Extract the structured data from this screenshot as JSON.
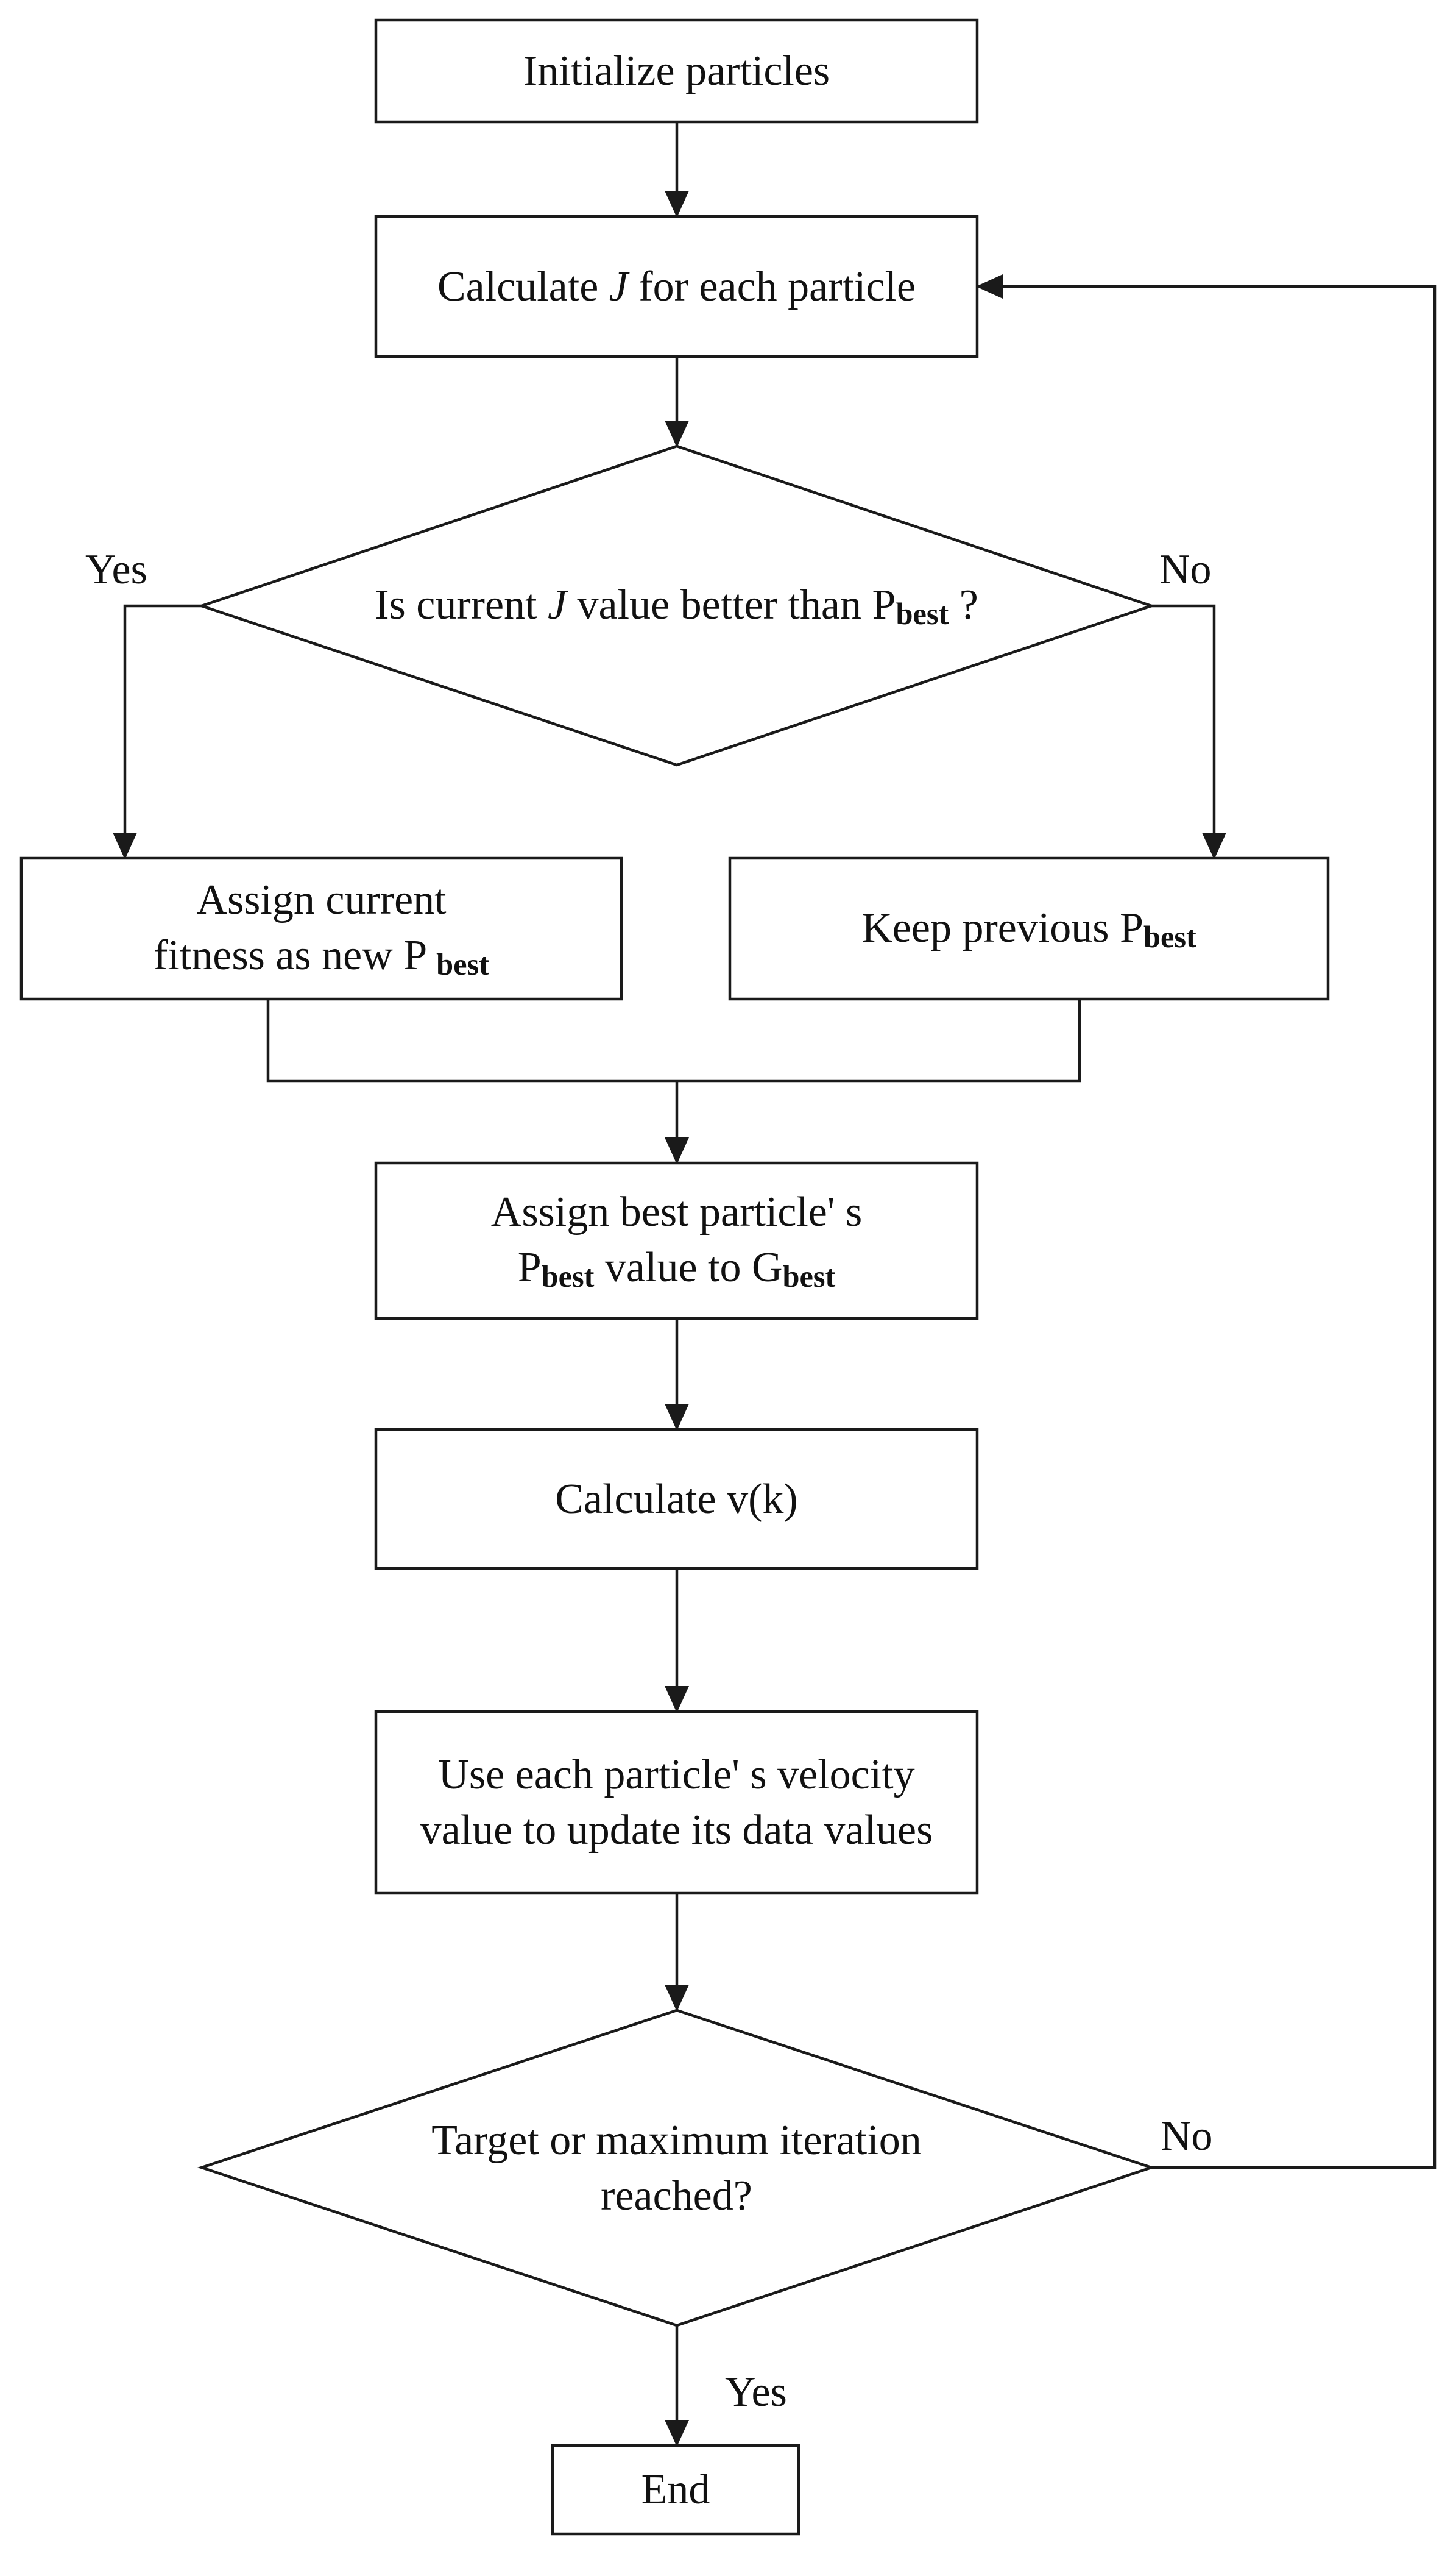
{
  "diagram": {
    "nodes": {
      "init": {
        "text": "Initialize particles"
      },
      "calc_j": {
        "pre": "Calculate ",
        "sym": "J",
        "post": " for each particle"
      },
      "decision1": {
        "pre": "Is current ",
        "sym": "J",
        "post": " value better than P",
        "sub": "best",
        "tail": " ?"
      },
      "assign": {
        "line1": "Assign current",
        "line2_pre": "fitness as new P ",
        "line2_sub": "best"
      },
      "keep": {
        "pre": "Keep previous P",
        "sub": "best"
      },
      "gbest": {
        "line1": "Assign best particle' s",
        "line2_pre": "P",
        "line2_sub": "best",
        "line2_mid": " value to G",
        "line2_sub2": "best"
      },
      "calc_v": {
        "text": "Calculate v(k)"
      },
      "update": {
        "line1": "Use each particle'  s velocity",
        "line2": "value to update its data values"
      },
      "decision2": {
        "line1": "Target or maximum iteration",
        "line2": "reached?"
      },
      "end": {
        "text": "End"
      }
    },
    "edge_labels": {
      "d1_yes": "Yes",
      "d1_no": "No",
      "d2_no": "No",
      "d2_yes": "Yes"
    }
  }
}
